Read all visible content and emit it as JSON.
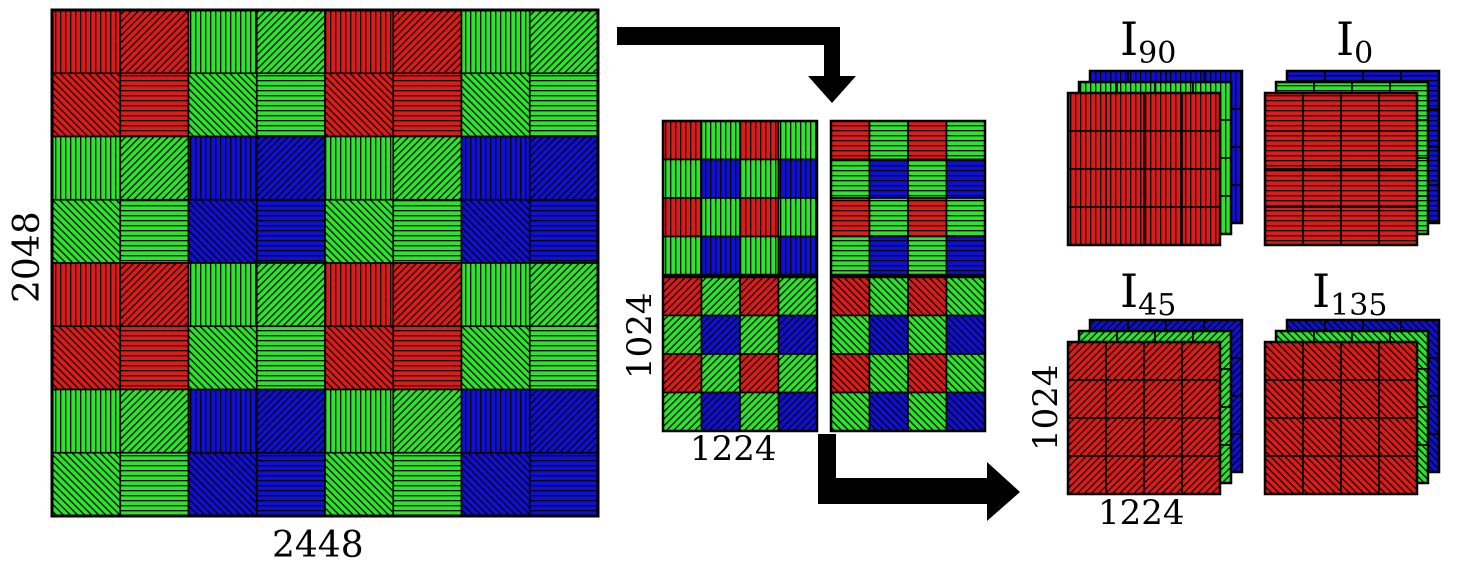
{
  "colors": {
    "red": "#e01919",
    "green": "#29e629",
    "blue": "#0f0fd6",
    "line": "#000000"
  },
  "dims": {
    "full_width": "2448",
    "full_height": "2048",
    "split_width": "1224",
    "split_height": "1024",
    "output_width": "1224",
    "output_height": "1024"
  },
  "polarization_outputs": [
    {
      "symbol": "I",
      "angle": "90",
      "stripe_deg": 90
    },
    {
      "symbol": "I",
      "angle": "0",
      "stripe_deg": 0
    },
    {
      "symbol": "I",
      "angle": "45",
      "stripe_deg": 45
    },
    {
      "symbol": "I",
      "angle": "135",
      "stripe_deg": 135
    }
  ],
  "mosaic": {
    "superpixel_colors": [
      [
        "R",
        "G"
      ],
      [
        "G",
        "B"
      ]
    ],
    "superpixel_angles": [
      [
        90,
        45
      ],
      [
        135,
        0
      ]
    ],
    "rows": 8,
    "cols": 8
  },
  "icons": [
    "arrow-down-icon",
    "arrow-right-icon"
  ]
}
